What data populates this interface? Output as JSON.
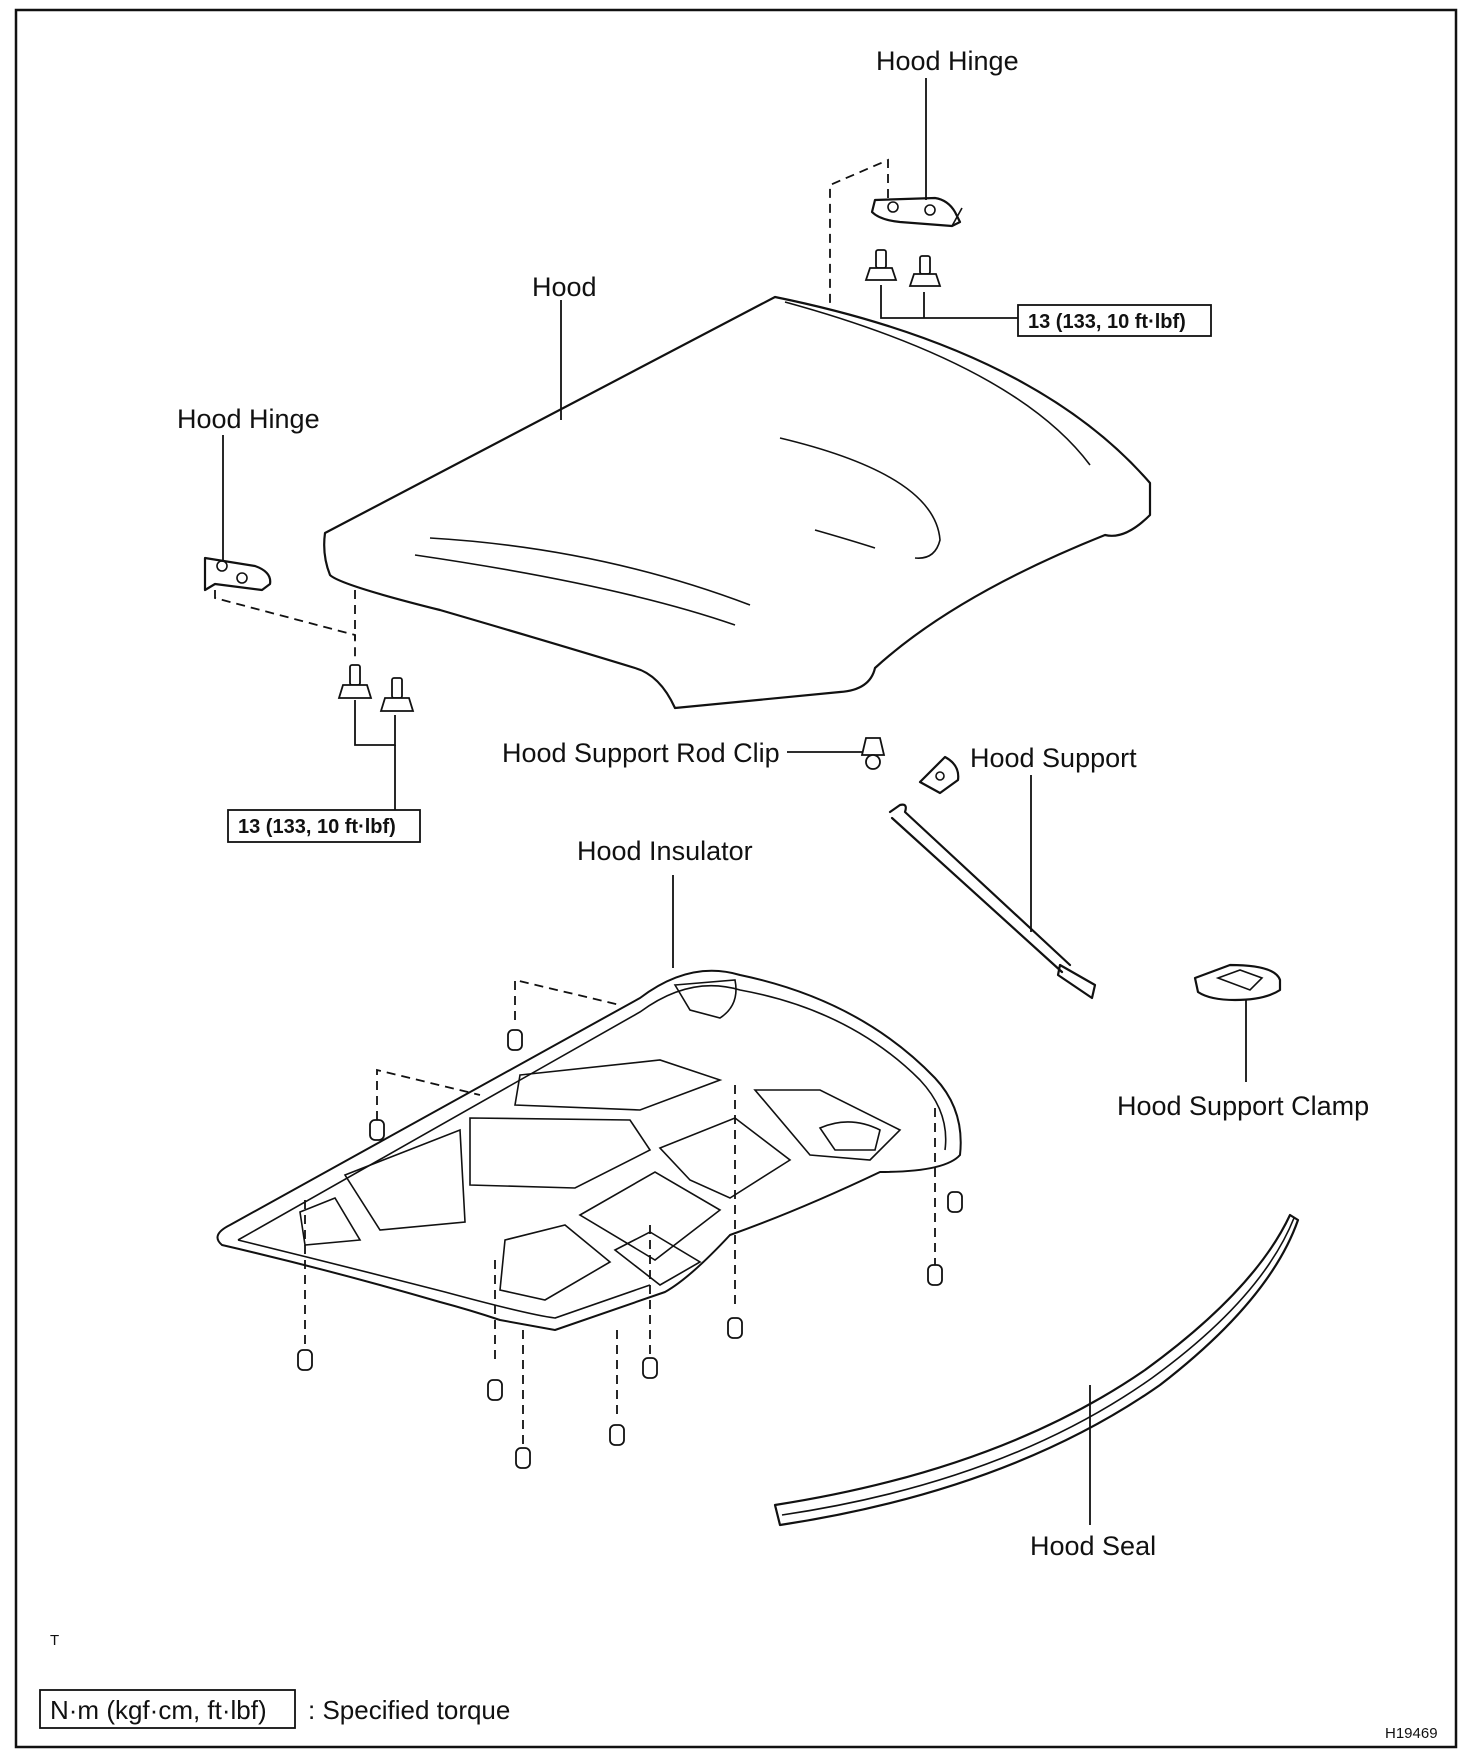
{
  "labels": {
    "hood_hinge_top": "Hood Hinge",
    "hood": "Hood",
    "hood_hinge_left": "Hood Hinge",
    "hood_support_rod_clip": "Hood Support Rod Clip",
    "hood_support": "Hood Support",
    "hood_insulator": "Hood Insulator",
    "hood_support_clamp": "Hood Support Clamp",
    "hood_seal": "Hood Seal"
  },
  "torque": {
    "top_right": "13 (133, 10 ft·lbf)",
    "left": "13 (133, 10 ft·lbf)"
  },
  "legend": {
    "box_text": "N·m (kgf·cm, ft·lbf)",
    "description": ": Specified torque"
  },
  "mark": "T",
  "figure_id": "H19469"
}
